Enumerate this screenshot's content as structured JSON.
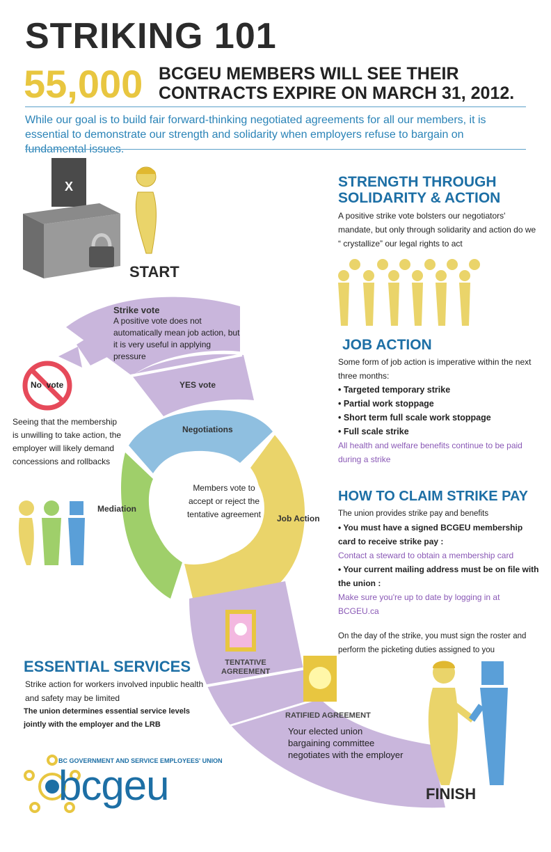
{
  "header": {
    "title": "STRIKING 101",
    "number": "55,000",
    "subtitle_line1": "BCGEU MEMBERS WILL SEE THEIR",
    "subtitle_line2": "CONTRACTS EXPIRE ON MARCH 31, 2012.",
    "intro": "While our goal is to build fair forward-thinking negotiated agreements for all our members, it is essential to demonstrate our strength and solidarity when employers refuse to bargain on fundamental issues."
  },
  "ballot": {
    "mark": "X"
  },
  "flow": {
    "start": "START",
    "finish": "FINISH",
    "strike_vote_title": "Strike vote",
    "strike_vote_text": "A positive vote does not automatically mean job action, but it is very useful in applying pressure",
    "yes_vote": "YES vote",
    "no_vote": "No  vote",
    "no_vote_text": "Seeing that the membership is unwilling to take action, the employer will likely demand concessions and rollbacks",
    "negotiations": "Negotiations",
    "mediation": "Mediation",
    "job_action": "Job Action",
    "center_text": "Members vote to accept or reject the tentative agreement",
    "tentative": "TENTATIVE AGREEMENT",
    "ratified": "RATIFIED AGREEMENT",
    "bargaining_text": "Your elected union bargaining committee negotiates with the employer"
  },
  "strength": {
    "title_line1": "STRENGTH THROUGH",
    "title_line2": "SOLIDARITY & ACTION",
    "text": "A positive strike vote bolsters our negotiators' mandate, but only through solidarity and action do we “ crystallize” our legal rights to act"
  },
  "job_action": {
    "title": "JOB ACTION",
    "intro": "Some form of job action is imperative within the next three months:",
    "items": [
      "• Targeted temporary strike",
      "• Partial work stoppage",
      "• Short term full scale work stoppage",
      "• Full scale strike"
    ],
    "note": "All health and welfare benefits continue to be paid during a strike"
  },
  "strike_pay": {
    "title": "HOW TO CLAIM STRIKE PAY",
    "intro": "The union provides strike pay and benefits",
    "req1": "• You must have a signed BCGEU membership card to receive strike pay :",
    "req1_note": "Contact a steward to obtain a membership card",
    "req2": "• Your current mailing address must be on file with the union :",
    "req2_note": "Make sure you're up to date by logging in at BCGEU.ca",
    "footer": "On the day of the strike, you must sign the roster and perform the picketing duties assigned to you"
  },
  "essential": {
    "title": "ESSENTIAL SERVICES",
    "text": "Strike action for workers involved inpublic health and safety may be limited",
    "bold_text": "The union determines essential service levels jointly with the employer and the LRB"
  },
  "logo": {
    "tagline": "BC GOVERNMENT AND SERVICE EMPLOYEES' UNION",
    "word": "bcgeu"
  },
  "colors": {
    "purple": "#c9b6dc",
    "blue": "#8fbfe0",
    "green": "#9fcf6a",
    "yellow": "#ead46a",
    "heading_blue": "#1d6fa5",
    "accent_yellow": "#e8c640"
  }
}
